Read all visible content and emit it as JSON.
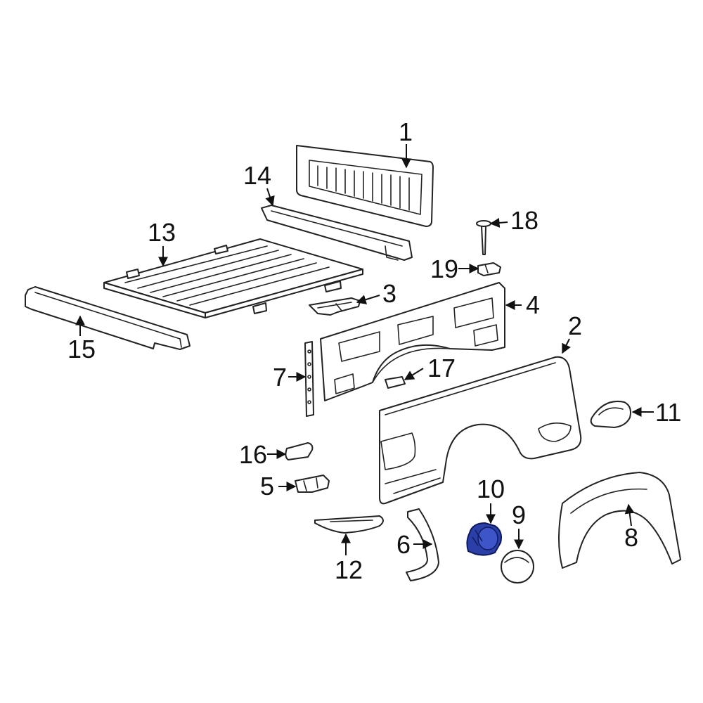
{
  "diagram": {
    "highlight_color": "#2b3fa8",
    "line_color": "#222222",
    "callouts": [
      {
        "id": "1",
        "label": "1"
      },
      {
        "id": "2",
        "label": "2"
      },
      {
        "id": "3",
        "label": "3"
      },
      {
        "id": "4",
        "label": "4"
      },
      {
        "id": "5",
        "label": "5"
      },
      {
        "id": "6",
        "label": "6"
      },
      {
        "id": "7",
        "label": "7"
      },
      {
        "id": "8",
        "label": "8"
      },
      {
        "id": "9",
        "label": "9"
      },
      {
        "id": "10",
        "label": "10"
      },
      {
        "id": "11",
        "label": "11"
      },
      {
        "id": "12",
        "label": "12"
      },
      {
        "id": "13",
        "label": "13"
      },
      {
        "id": "14",
        "label": "14"
      },
      {
        "id": "15",
        "label": "15"
      },
      {
        "id": "16",
        "label": "16"
      },
      {
        "id": "17",
        "label": "17"
      },
      {
        "id": "18",
        "label": "18"
      },
      {
        "id": "19",
        "label": "19"
      }
    ],
    "highlighted_part": "10"
  }
}
